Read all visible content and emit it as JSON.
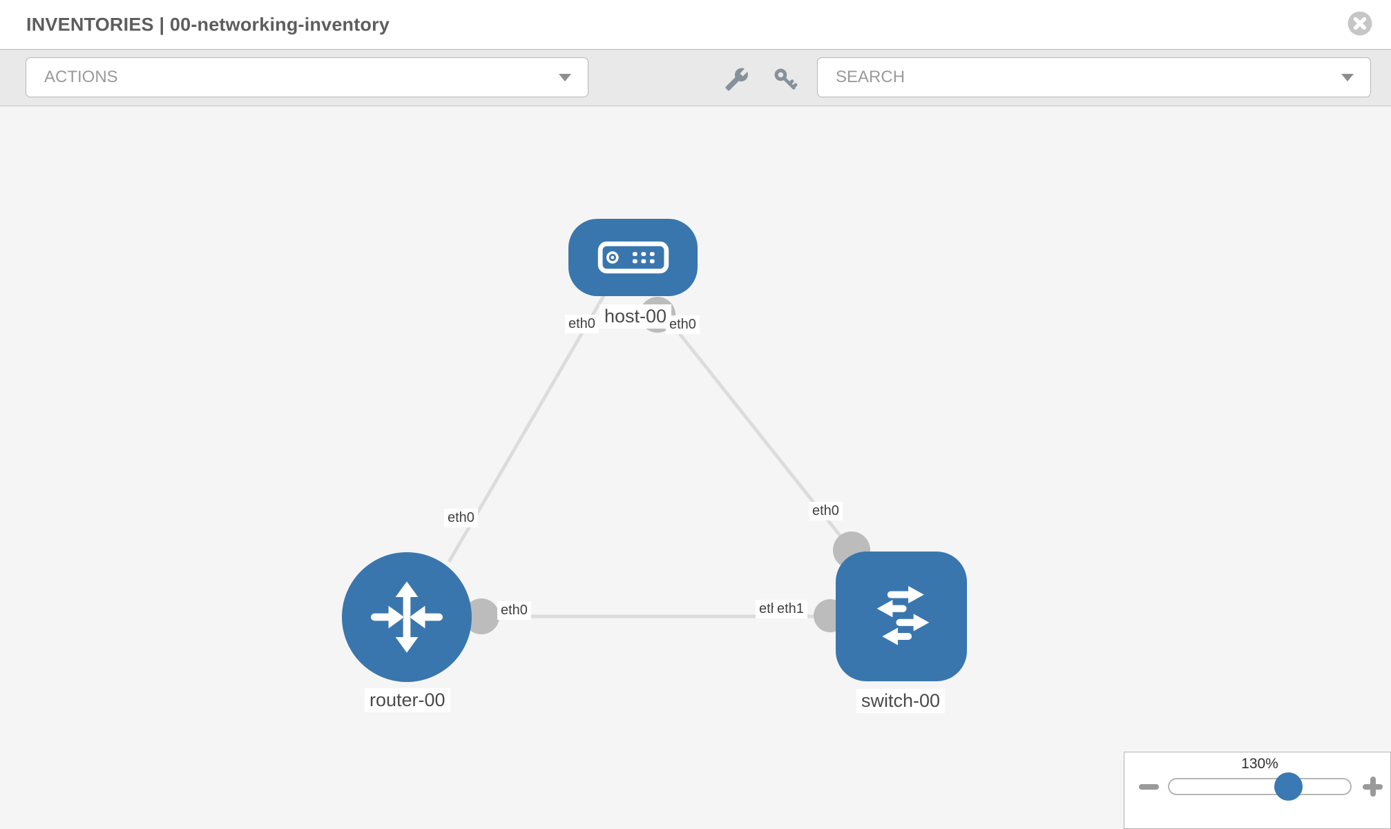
{
  "header": {
    "title": "INVENTORIES | 00-networking-inventory"
  },
  "toolbar": {
    "actions_label": "ACTIONS",
    "search_label": "SEARCH",
    "tool_icons": [
      "wrench-icon",
      "key-icon"
    ]
  },
  "topology": {
    "nodes": [
      {
        "id": "host-00",
        "label": "host-00",
        "type": "host",
        "shape": "rounded-rect",
        "icon": "server-icon"
      },
      {
        "id": "router-00",
        "label": "router-00",
        "type": "router",
        "shape": "circle",
        "icon": "router-arrows-icon"
      },
      {
        "id": "switch-00",
        "label": "switch-00",
        "type": "switch",
        "shape": "rounded-square",
        "icon": "switch-arrows-icon"
      }
    ],
    "links": [
      {
        "from": "host-00",
        "to": "router-00",
        "from_label": "eth0",
        "to_label": "eth0"
      },
      {
        "from": "host-00",
        "to": "switch-00",
        "from_label": "eth0",
        "to_label": "eth0"
      },
      {
        "from": "router-00",
        "to": "switch-00",
        "from_label": "eth0",
        "to_label": "eth1"
      }
    ],
    "interface_labels": [
      {
        "text": "eth0",
        "near": "host-00 left"
      },
      {
        "text": "eth0",
        "near": "host-00 right"
      },
      {
        "text": "eth0",
        "near": "router-00 top"
      },
      {
        "text": "eth0",
        "near": "switch-00 top"
      },
      {
        "text": "eth0",
        "near": "router-00 right"
      },
      {
        "text": "eth0",
        "near": "switch-00 left (partially hidden)"
      },
      {
        "text": "eth1",
        "near": "switch-00 left"
      }
    ]
  },
  "zoom_control": {
    "level": "130%",
    "minus_button": "zoom out",
    "plus_button": "zoom in"
  },
  "colors": {
    "node_blue": "#3a76ae",
    "slider_blue": "#3a79b3",
    "edge_gray": "#dcdcdc",
    "port_gray": "#bcbcbc",
    "toolbar_bg": "#e9e9e9",
    "canvas_bg": "#f5f5f5",
    "icon_gray": "#87919b",
    "border_gray": "#b5b5b5",
    "text_gray": "#9a9a9a",
    "title_gray": "#5d5d5d",
    "label_text": "#4a4a4a",
    "close_gray": "#c6c6c6"
  }
}
